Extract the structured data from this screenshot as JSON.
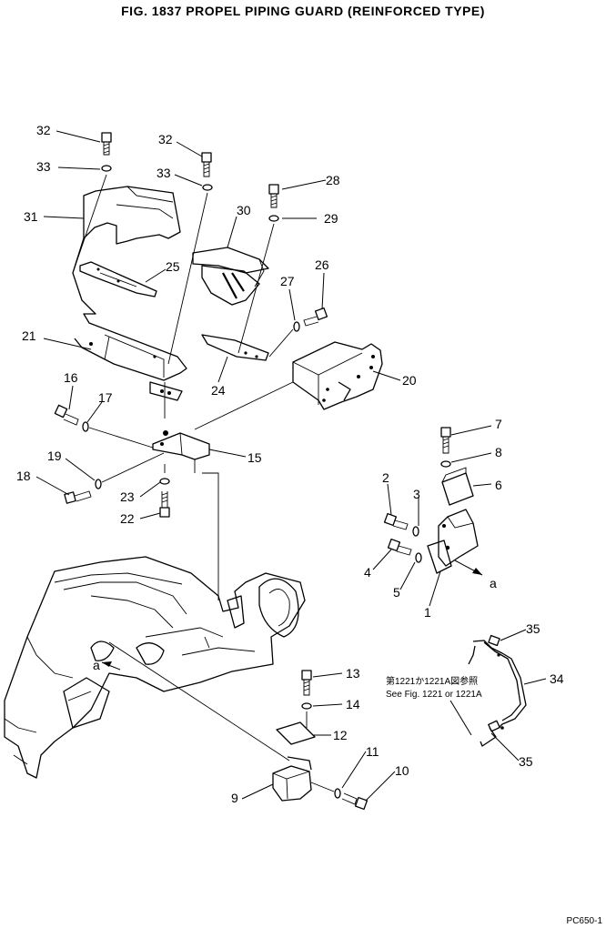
{
  "title": "FIG. 1837  PROPEL PIPING GUARD (REINFORCED TYPE)",
  "page_code": "PC650-1",
  "ref_note_line1": "第1221か1221A図参照",
  "ref_note_line2": "See Fig. 1221 or 1221A",
  "labels": {
    "l32a": "32",
    "l33a": "33",
    "l31": "31",
    "l32b": "32",
    "l33b": "33",
    "l30": "30",
    "l28": "28",
    "l29": "29",
    "l25": "25",
    "l26": "26",
    "l27": "27",
    "l21": "21",
    "l20": "20",
    "l24": "24",
    "l16": "16",
    "l17": "17",
    "l15": "15",
    "l19": "19",
    "l18": "18",
    "l23": "23",
    "l22": "22",
    "l7": "7",
    "l8": "8",
    "l6": "6",
    "l2": "2",
    "l3": "3",
    "l4": "4",
    "l5": "5",
    "l1": "1",
    "la1": "a",
    "la2": "a",
    "l35a": "35",
    "l34": "34",
    "l35b": "35",
    "l13": "13",
    "l14": "14",
    "l12": "12",
    "l11": "11",
    "l10": "10",
    "l9": "9"
  }
}
